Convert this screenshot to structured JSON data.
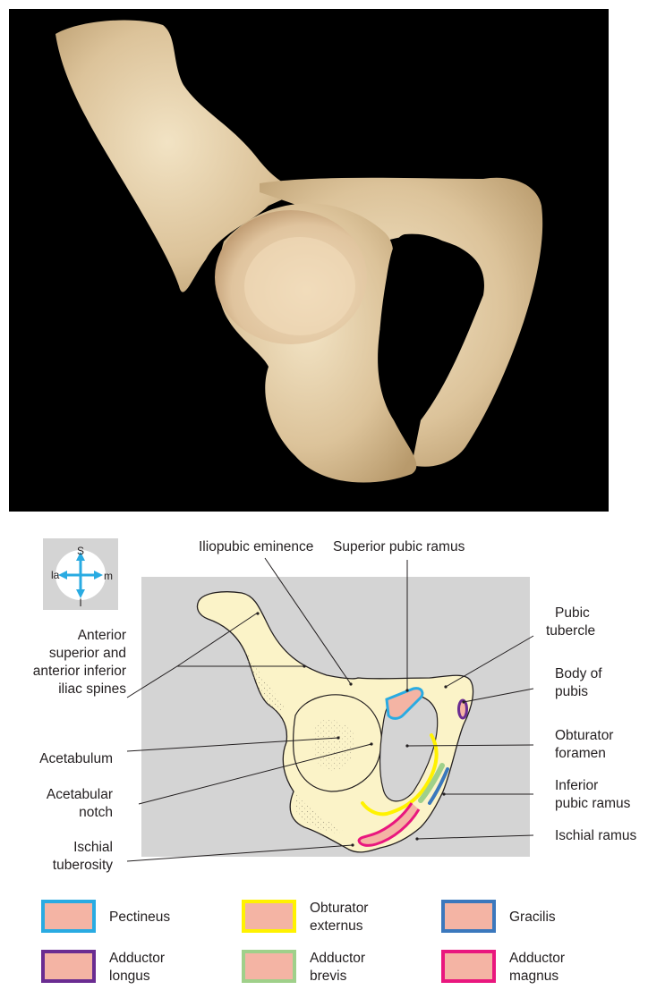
{
  "orientation": {
    "superior": "S",
    "inferior": "I",
    "lateral": "la",
    "medial": "m"
  },
  "labels": {
    "iliopubic_eminence": "Iliopubic eminence",
    "superior_pubic_ramus": "Superior pubic ramus",
    "pubic_tubercle": [
      "Pubic",
      "tubercle"
    ],
    "anterior_spines": [
      "Anterior",
      "superior and",
      "anterior inferior",
      "iliac spines"
    ],
    "body_of_pubis": [
      "Body of",
      "pubis"
    ],
    "acetabulum": "Acetabulum",
    "obturator_foramen": [
      "Obturator",
      "foramen"
    ],
    "acetabular_notch": [
      "Acetabular",
      "notch"
    ],
    "inferior_pubic_ramus": [
      "Inferior",
      "pubic ramus"
    ],
    "ischial_ramus": "Ischial ramus",
    "ischial_tuberosity": [
      "Ischial",
      "tuberosity"
    ]
  },
  "legend": [
    {
      "name": "Pectineus",
      "lines": [
        "Pectineus"
      ],
      "border": "#29abe2",
      "fill": "#f4b4a4"
    },
    {
      "name": "Obturator externus",
      "lines": [
        "Obturator",
        "externus"
      ],
      "border": "#fff200",
      "fill": "#f4b4a4"
    },
    {
      "name": "Gracilis",
      "lines": [
        "Gracilis"
      ],
      "border": "#3b78bd",
      "fill": "#f4b4a4"
    },
    {
      "name": "Adductor longus",
      "lines": [
        "Adductor",
        "longus"
      ],
      "border": "#6a2c91",
      "fill": "#f4b4a4"
    },
    {
      "name": "Adductor brevis",
      "lines": [
        "Adductor",
        "brevis"
      ],
      "border": "#9fd08a",
      "fill": "#f4b4a4"
    },
    {
      "name": "Adductor magnus",
      "lines": [
        "Adductor",
        "magnus"
      ],
      "border": "#e9177e",
      "fill": "#f4b4a4"
    }
  ],
  "colors": {
    "photo_background": "#000000",
    "bone": "#e7d2ad",
    "diagram_panel": "#d4d4d4",
    "diagram_bone": "#fbf3c8",
    "orientation_arrow": "#29abe2"
  }
}
